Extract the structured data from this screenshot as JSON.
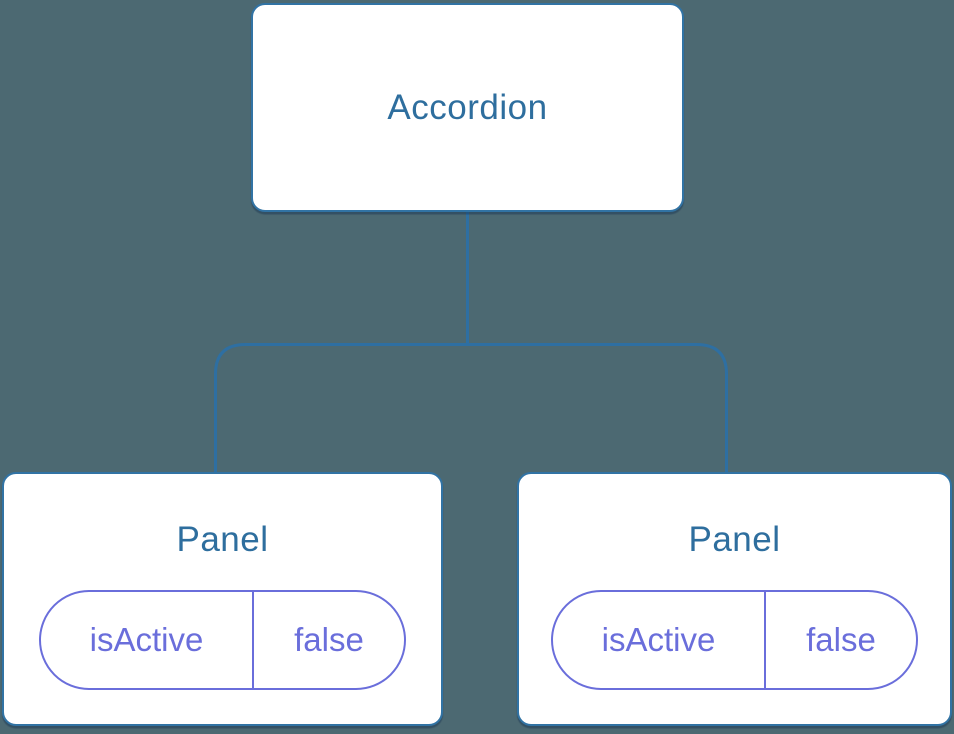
{
  "diagram": {
    "root_node": {
      "label": "Accordion"
    },
    "panels": [
      {
        "label": "Panel",
        "state": {
          "key": "isActive",
          "value": "false"
        }
      },
      {
        "label": "Panel",
        "state": {
          "key": "isActive",
          "value": "false"
        }
      }
    ]
  },
  "colors": {
    "background": "#4C6972",
    "node_border": "#3173A4",
    "node_fill": "#FFFFFF",
    "node_text": "#2E6E9E",
    "connector": "#2E6FA2",
    "state_pill": "#6A6EDB"
  }
}
